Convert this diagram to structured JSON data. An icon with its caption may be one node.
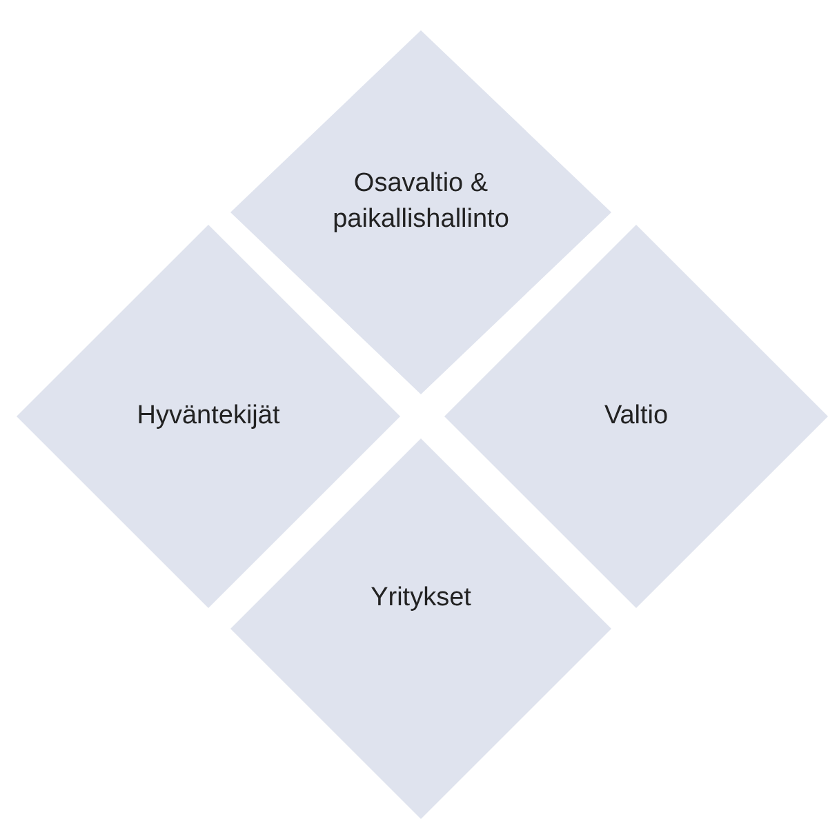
{
  "diagram": {
    "nodes": [
      {
        "text": [
          "Osavaltio & paikallishallinto"
        ]
      },
      {
        "text": [
          "Hyväntekijät"
        ]
      },
      {
        "text": [
          "Valtio"
        ]
      },
      {
        "text": [
          "Yritykset"
        ]
      }
    ]
  }
}
